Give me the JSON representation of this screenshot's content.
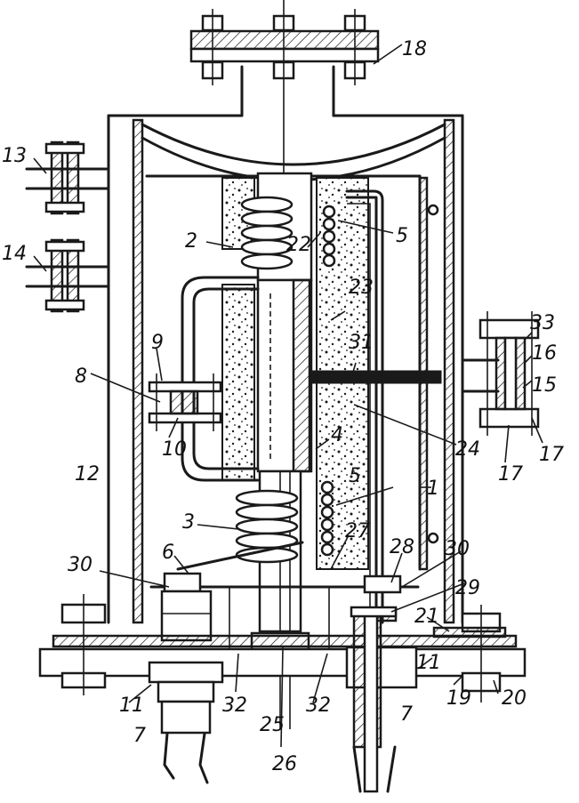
{
  "labels": {
    "l1": "1",
    "l2": "2",
    "l3": "3",
    "l4": "4",
    "l5a": "5",
    "l5b": "5",
    "l6": "6",
    "l7a": "7",
    "l7b": "7",
    "l8": "8",
    "l9": "9",
    "l10": "10",
    "l11a": "11",
    "l11b": "11",
    "l12": "12",
    "l13": "13",
    "l14": "14",
    "l15": "15",
    "l16": "16",
    "l17a": "17",
    "l17b": "17",
    "l18": "18",
    "l19": "19",
    "l20": "20",
    "l21": "21",
    "l22": "22",
    "l23": "23",
    "l24": "24",
    "l25": "25",
    "l26": "26",
    "l27": "27",
    "l28": "28",
    "l29": "29",
    "l30a": "30",
    "l30b": "30",
    "l31": "31",
    "l32a": "32",
    "l32b": "32",
    "l33": "33"
  }
}
